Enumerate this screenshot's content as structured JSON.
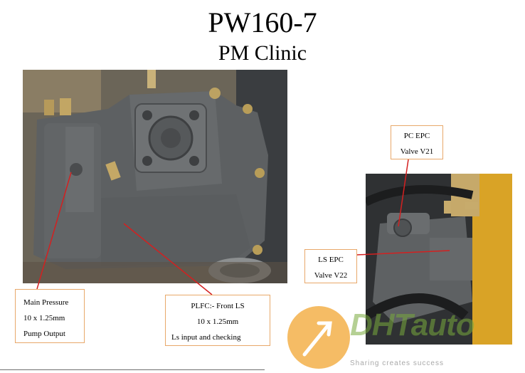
{
  "header": {
    "title": "PW160-7",
    "subtitle": "PM Clinic"
  },
  "callouts": {
    "main_pressure": [
      "Main Pressure",
      "10 x 1.25mm",
      "Pump Output"
    ],
    "plfc": [
      "PLFC:- Front LS",
      "10 x 1.25mm",
      "Ls input and checking"
    ],
    "pc_epc": [
      "PC EPC",
      "Valve  V21"
    ],
    "ls_epc": [
      "LS EPC",
      "Valve V22"
    ]
  },
  "watermark": {
    "brand": "DHTauto",
    "sub": "Sharing creates success"
  },
  "colors": {
    "leader_line": "#d42020",
    "callout_border": "#e8a86a",
    "pump_body": "#5d6062"
  }
}
